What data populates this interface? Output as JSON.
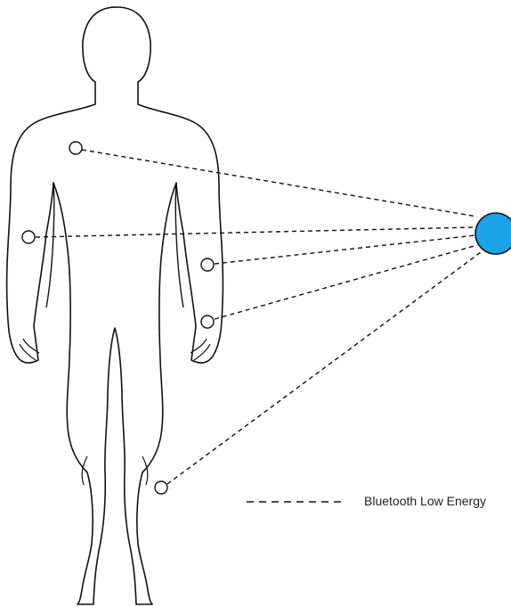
{
  "legend": {
    "label": "Bluetooth Low Energy",
    "line_style": "dashed"
  },
  "hub": {
    "fill_color": "#1aa3e6",
    "stroke_color": "#111111"
  },
  "sensors": [
    {
      "location": "shoulder"
    },
    {
      "location": "upper-arm"
    },
    {
      "location": "elbow"
    },
    {
      "location": "wrist"
    },
    {
      "location": "knee"
    }
  ],
  "colors": {
    "outline": "#111111",
    "connection": "#111111"
  }
}
